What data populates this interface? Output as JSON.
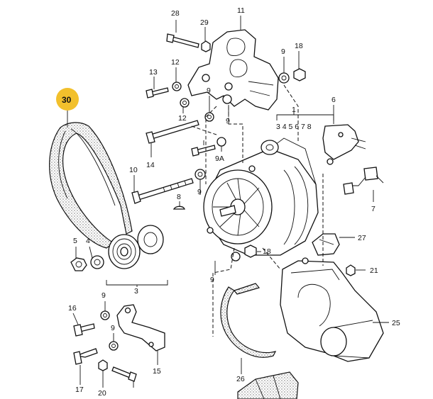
{
  "labels": {
    "l1": "1",
    "l3": "3",
    "l4": "4",
    "l5": "5",
    "l6": "6",
    "l7": "7",
    "l8": "8",
    "l9a": "9",
    "l9b": "9",
    "l9c": "9",
    "l9d": "9",
    "l9e": "9",
    "l9f": "9",
    "l9A": "9A",
    "l10": "10",
    "l11": "11",
    "l12a": "12",
    "l12b": "12",
    "l13": "13",
    "l14": "14",
    "l15": "15",
    "l16": "16",
    "l17": "17",
    "l18a": "18",
    "l18b": "18",
    "l20": "20",
    "l21": "21",
    "l25": "25",
    "l26": "26",
    "l27": "27",
    "l28": "28",
    "l29": "29",
    "l30": "30",
    "bracket_list": "3 4 5 6 7 8"
  },
  "colors": {
    "highlight": "#F2C02C",
    "ink": "#111111",
    "background": "#FFFFFF"
  }
}
